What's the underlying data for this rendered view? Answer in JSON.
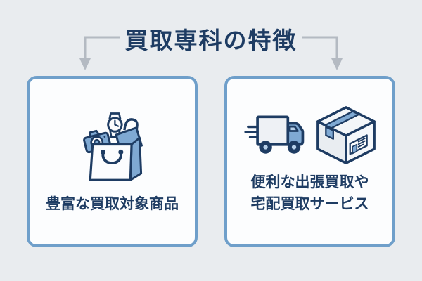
{
  "title": {
    "text": "買取専科の特徴"
  },
  "colors": {
    "background": "#e9ecef",
    "navy": "#1e3c63",
    "accent_blue": "#7fa9d3",
    "light_blue": "#b7d0e9",
    "card_border": "#6f9fca",
    "card_background": "#fcfdfe",
    "arrow_gray": "#b4bac2"
  },
  "cards": [
    {
      "id": "products",
      "icon": "shopping-bag-with-items-icon",
      "caption": "豊富な買取対象商品"
    },
    {
      "id": "services",
      "icons": [
        "delivery-truck-icon",
        "cardboard-box-icon"
      ],
      "caption_lines": [
        "便利な出張買取や",
        "宅配買取サービス"
      ]
    }
  ]
}
